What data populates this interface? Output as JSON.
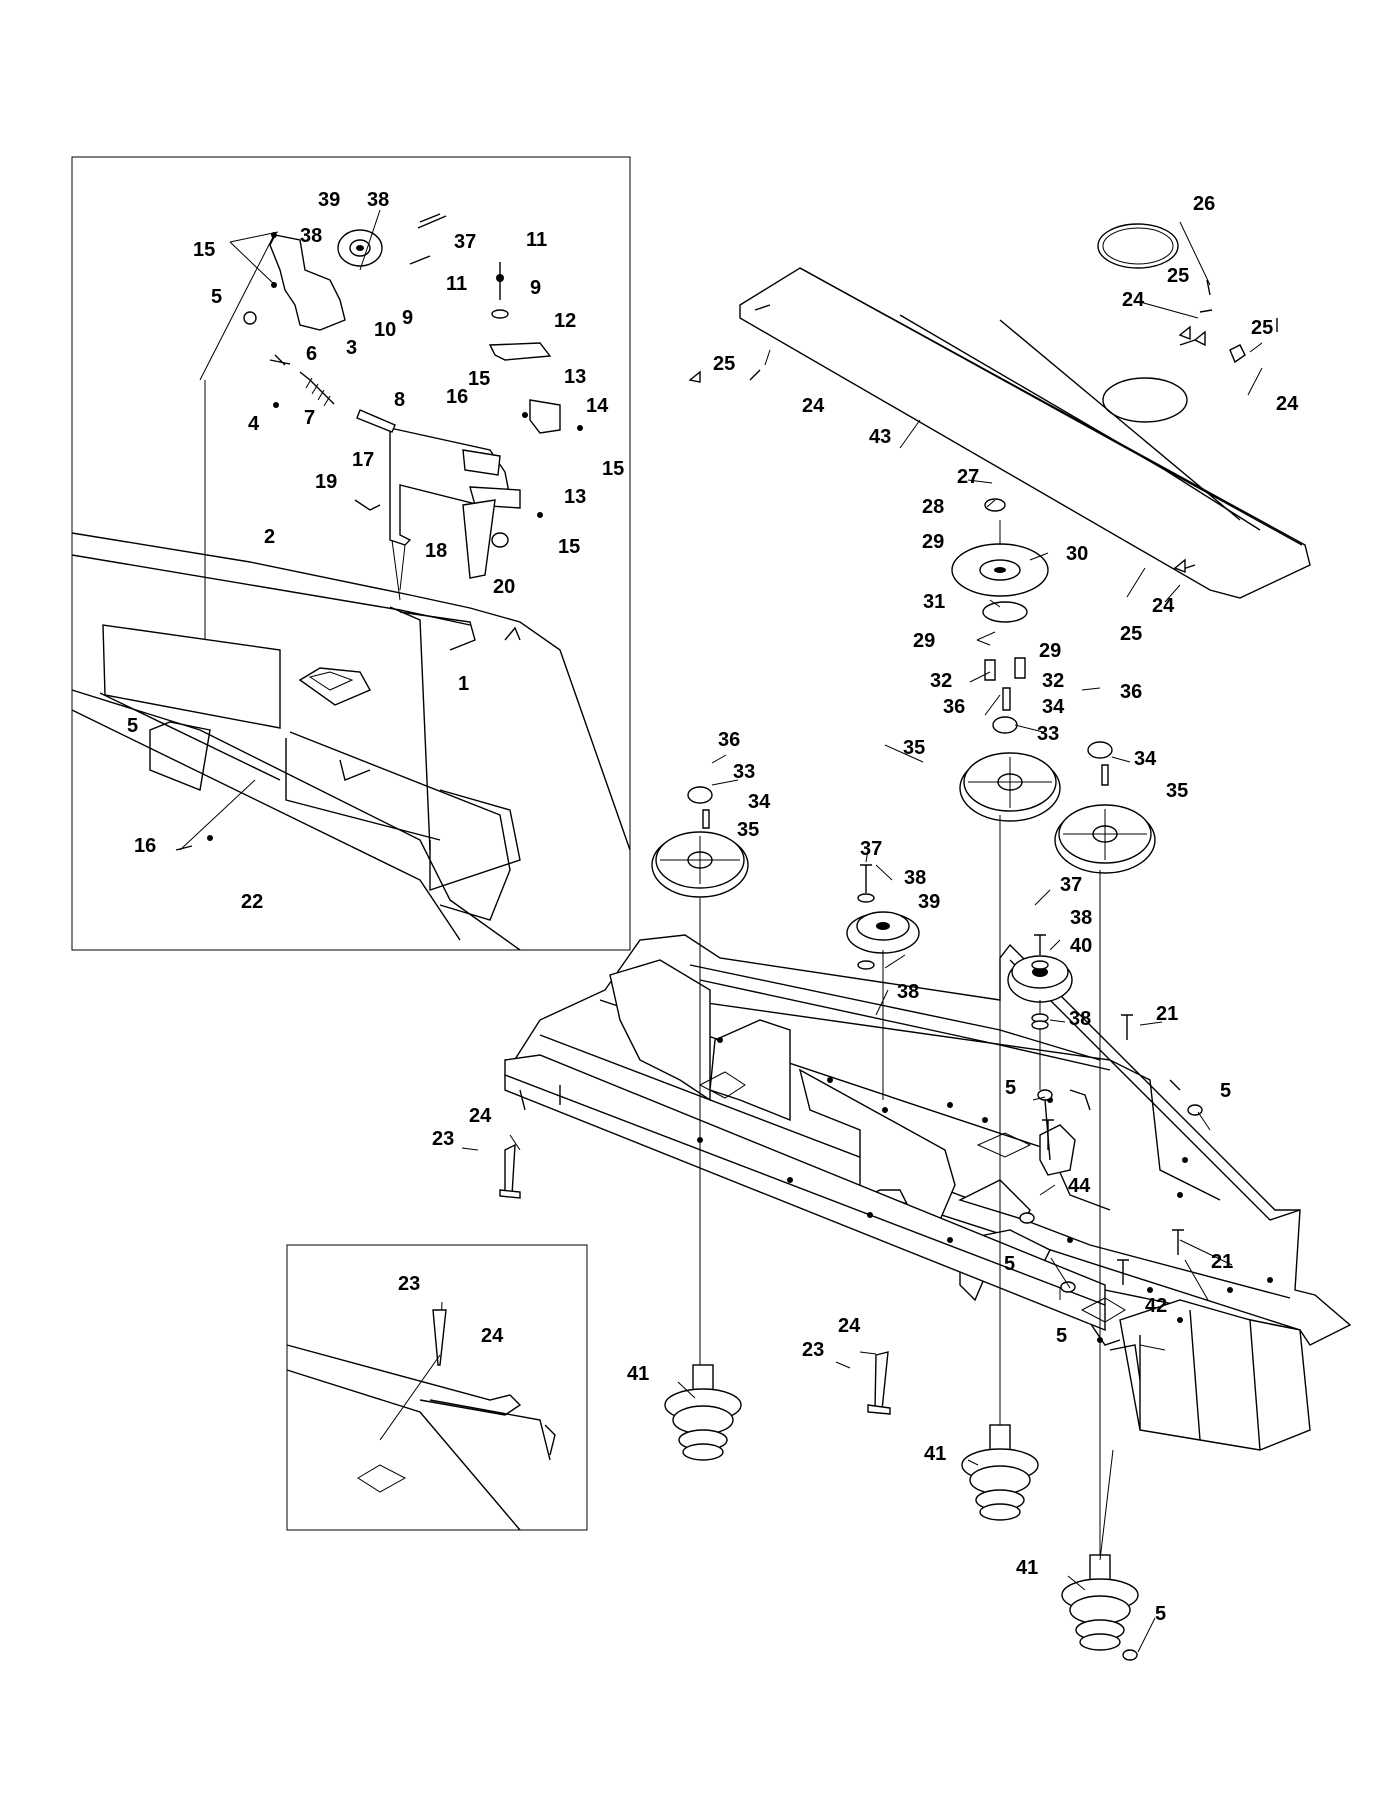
{
  "diagram": {
    "parts": [
      {
        "id": "p1",
        "label": "1"
      },
      {
        "id": "p2",
        "label": "2"
      },
      {
        "id": "p3",
        "label": "3"
      },
      {
        "id": "p4",
        "label": "4"
      },
      {
        "id": "p5",
        "label": "5"
      },
      {
        "id": "p6",
        "label": "6"
      },
      {
        "id": "p7",
        "label": "7"
      },
      {
        "id": "p8",
        "label": "8"
      },
      {
        "id": "p9",
        "label": "9"
      },
      {
        "id": "p10",
        "label": "10"
      },
      {
        "id": "p11",
        "label": "11"
      },
      {
        "id": "p12",
        "label": "12"
      },
      {
        "id": "p13",
        "label": "13"
      },
      {
        "id": "p14",
        "label": "14"
      },
      {
        "id": "p15",
        "label": "15"
      },
      {
        "id": "p16",
        "label": "16"
      },
      {
        "id": "p17",
        "label": "17"
      },
      {
        "id": "p18",
        "label": "18"
      },
      {
        "id": "p19",
        "label": "19"
      },
      {
        "id": "p20",
        "label": "20"
      },
      {
        "id": "p21",
        "label": "21"
      },
      {
        "id": "p22",
        "label": "22"
      },
      {
        "id": "p23",
        "label": "23"
      },
      {
        "id": "p24",
        "label": "24"
      },
      {
        "id": "p25",
        "label": "25"
      },
      {
        "id": "p26",
        "label": "26"
      },
      {
        "id": "p27",
        "label": "27"
      },
      {
        "id": "p28",
        "label": "28"
      },
      {
        "id": "p29",
        "label": "29"
      },
      {
        "id": "p30",
        "label": "30"
      },
      {
        "id": "p31",
        "label": "31"
      },
      {
        "id": "p32",
        "label": "32"
      },
      {
        "id": "p33",
        "label": "33"
      },
      {
        "id": "p34",
        "label": "34"
      },
      {
        "id": "p35",
        "label": "35"
      },
      {
        "id": "p36",
        "label": "36"
      },
      {
        "id": "p37",
        "label": "37"
      },
      {
        "id": "p38",
        "label": "38"
      },
      {
        "id": "p39",
        "label": "39"
      },
      {
        "id": "p40",
        "label": "40"
      },
      {
        "id": "p41",
        "label": "41"
      },
      {
        "id": "p42",
        "label": "42"
      },
      {
        "id": "p43",
        "label": "43"
      },
      {
        "id": "p44",
        "label": "44"
      }
    ]
  }
}
